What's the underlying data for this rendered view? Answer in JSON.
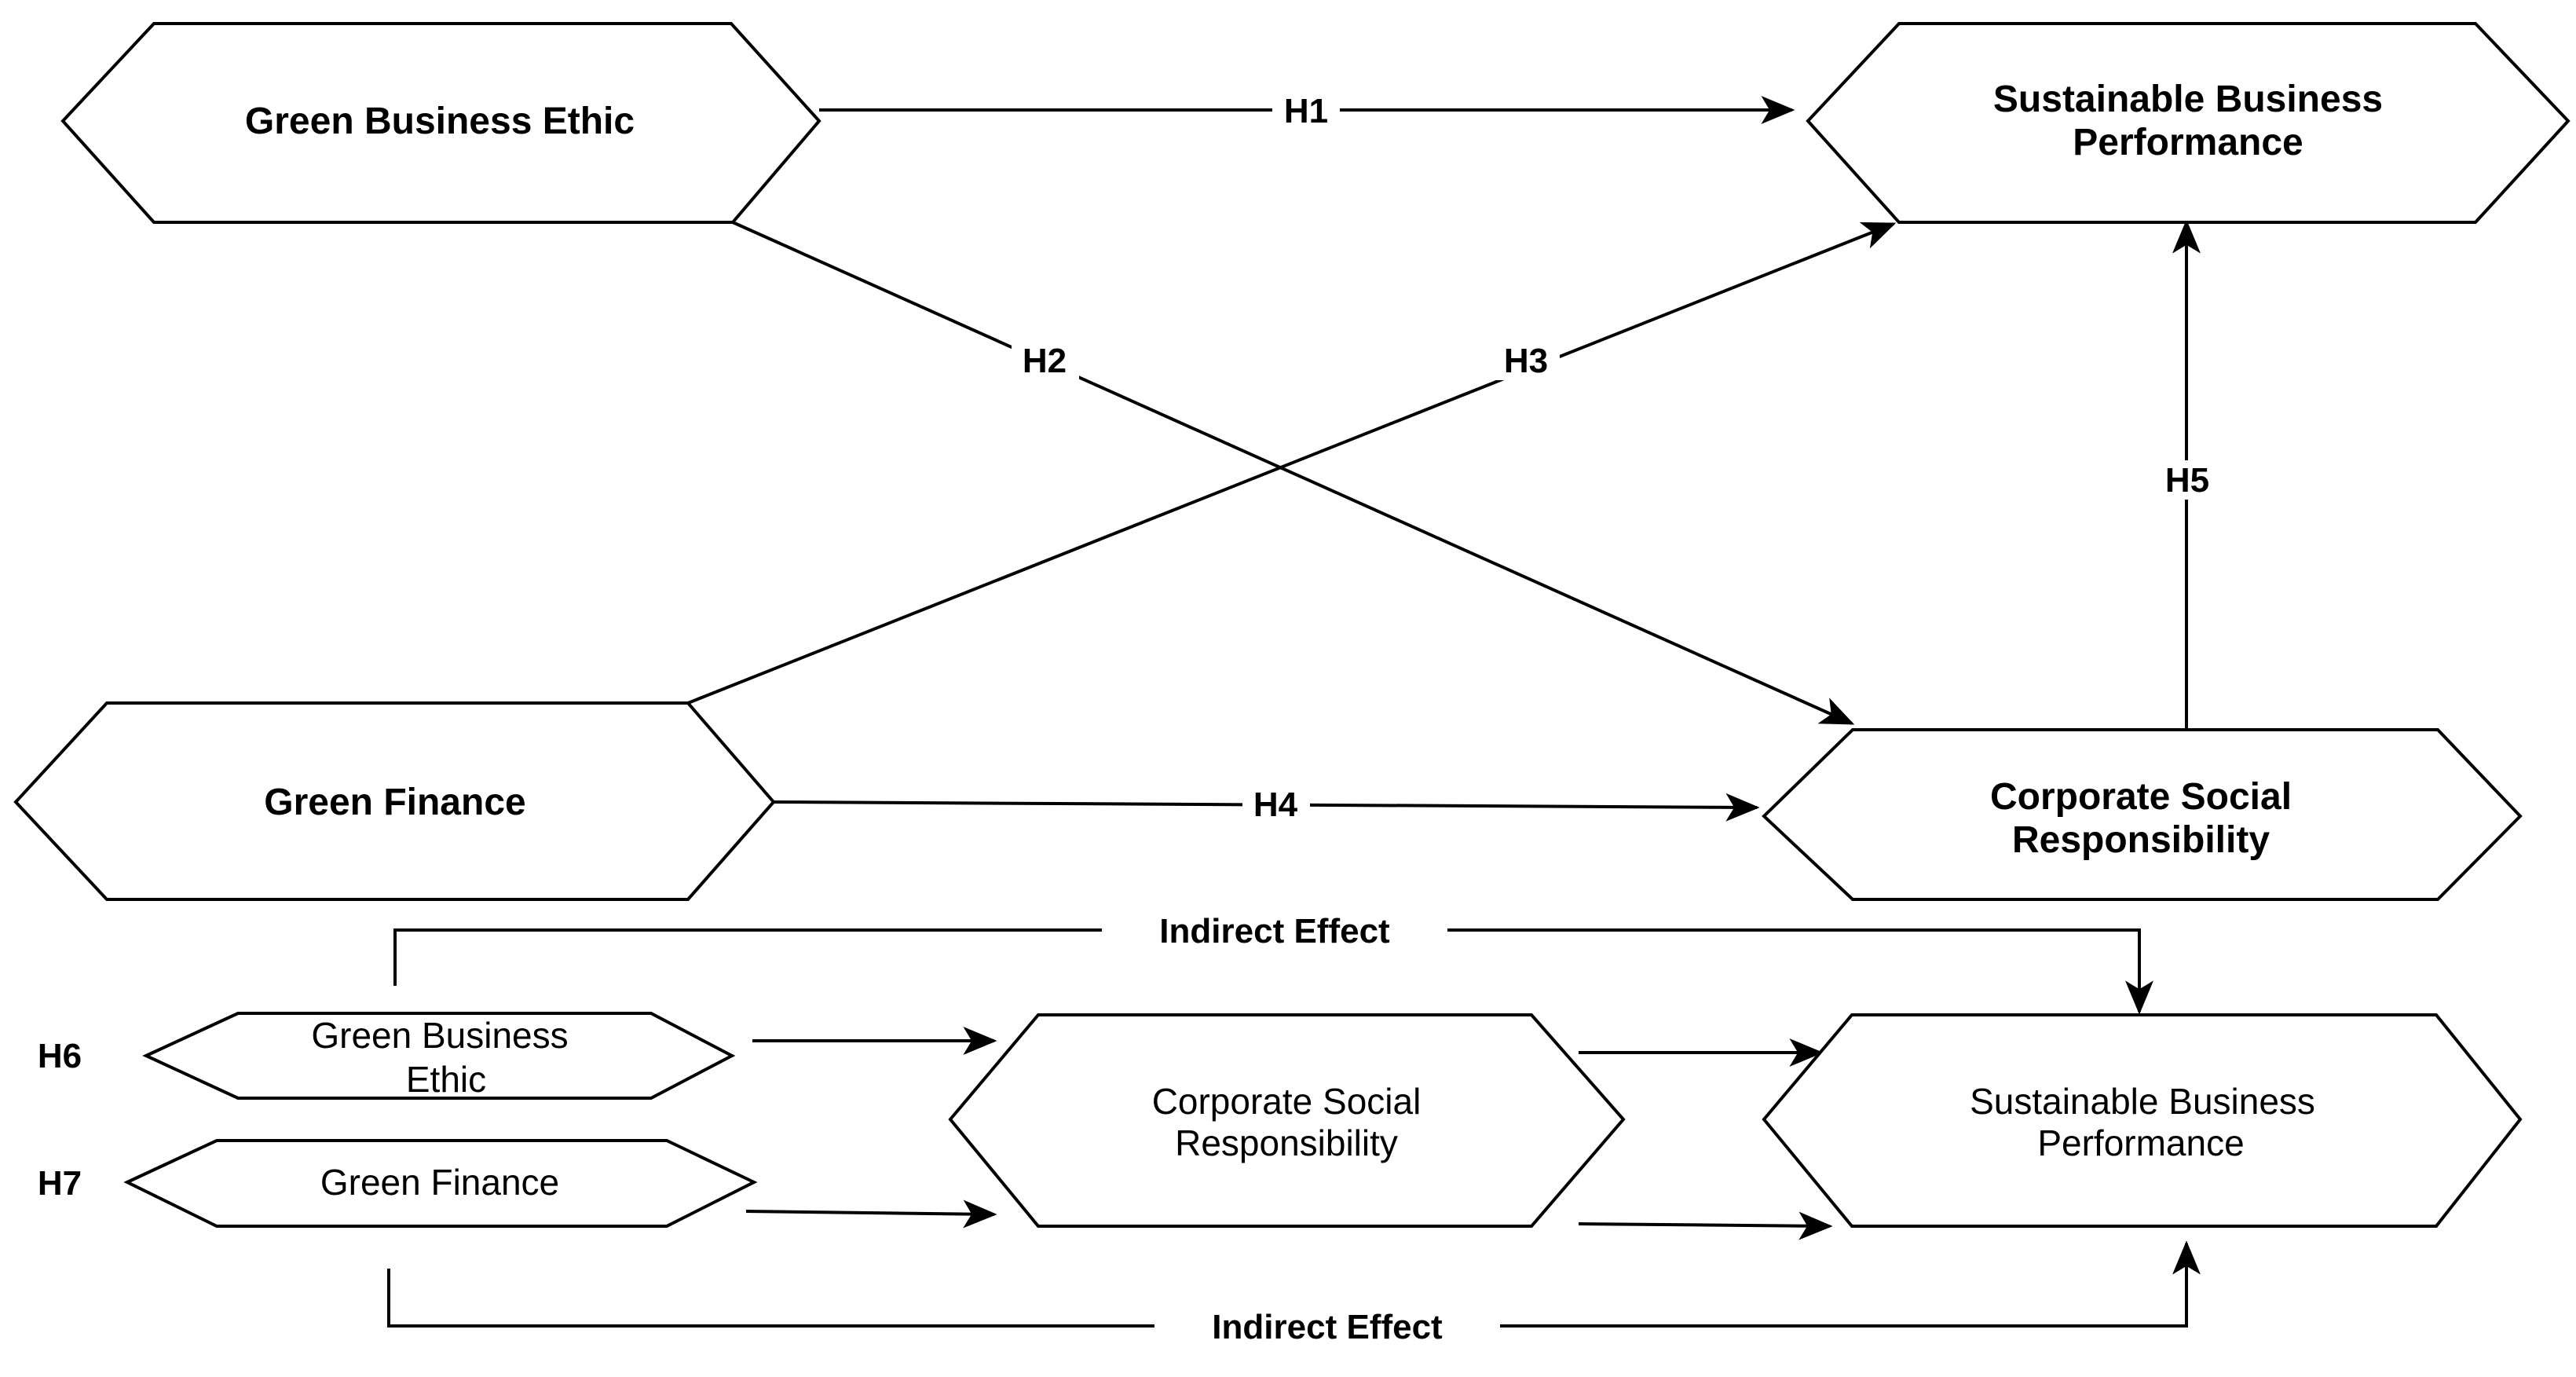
{
  "nodes": {
    "gbe_top": [
      "Green Business Ethic"
    ],
    "sbp_top": [
      "Sustainable Business",
      "Performance"
    ],
    "gf_mid": [
      "Green Finance"
    ],
    "csr_mid": [
      "Corporate Social",
      "Responsibility"
    ],
    "gbe_small": [
      "Green Business",
      "Ethic"
    ],
    "gf_small": [
      "Green Finance"
    ],
    "csr_small": [
      "Corporate Social",
      "Responsibility"
    ],
    "sbp_small": [
      "Sustainable Business",
      "Performance"
    ]
  },
  "hypotheses": {
    "h1": "H1",
    "h2": "H2",
    "h3": "H3",
    "h4": "H4",
    "h5": "H5",
    "h6": "H6",
    "h7": "H7"
  },
  "indirect_effect_top": "Indirect Effect",
  "indirect_effect_bottom": "Indirect Effect",
  "colors": {
    "stroke": "#000000",
    "background": "#ffffff",
    "text": "#000000"
  }
}
